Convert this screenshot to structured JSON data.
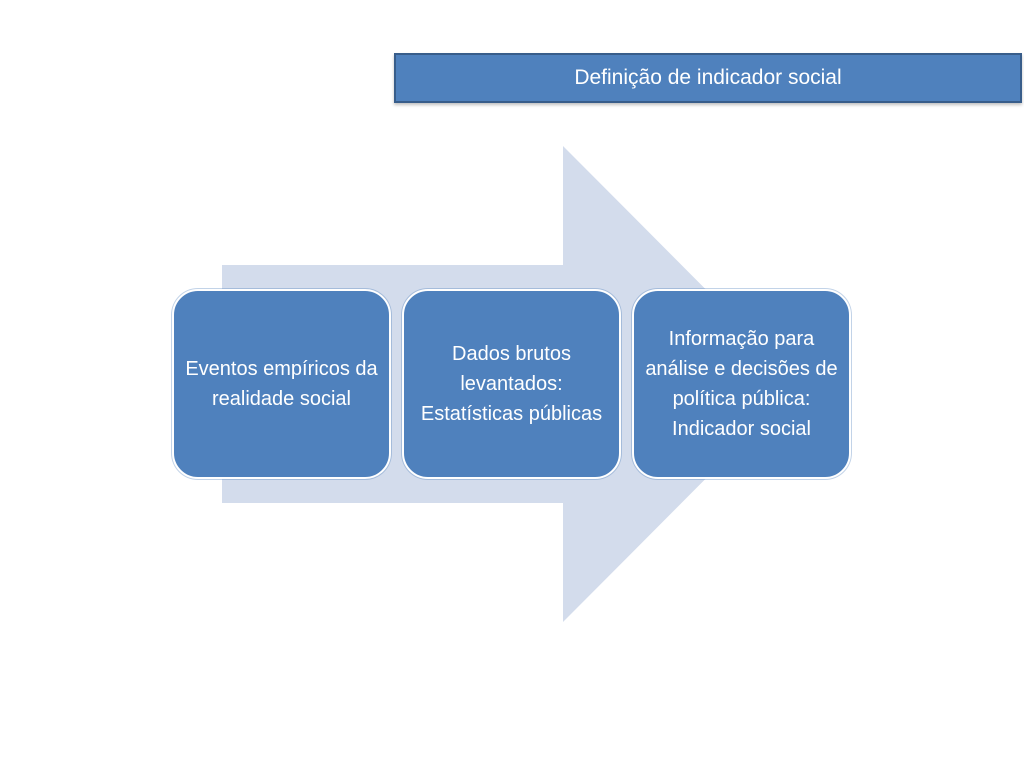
{
  "slide": {
    "title": "Definição de indicador social",
    "steps": [
      {
        "label": "Eventos empíricos da realidade social"
      },
      {
        "label": "Dados brutos levantados: Estatísticas públicas"
      },
      {
        "label": "Informação para análise e decisões de política pública: Indicador social"
      }
    ]
  },
  "colors": {
    "accent": "#4f81bd",
    "accent_border": "#385d8a",
    "arrow_fill": "#d3dcec",
    "text_on_accent": "#ffffff"
  },
  "icons": {
    "arrow": "right-block-arrow"
  }
}
